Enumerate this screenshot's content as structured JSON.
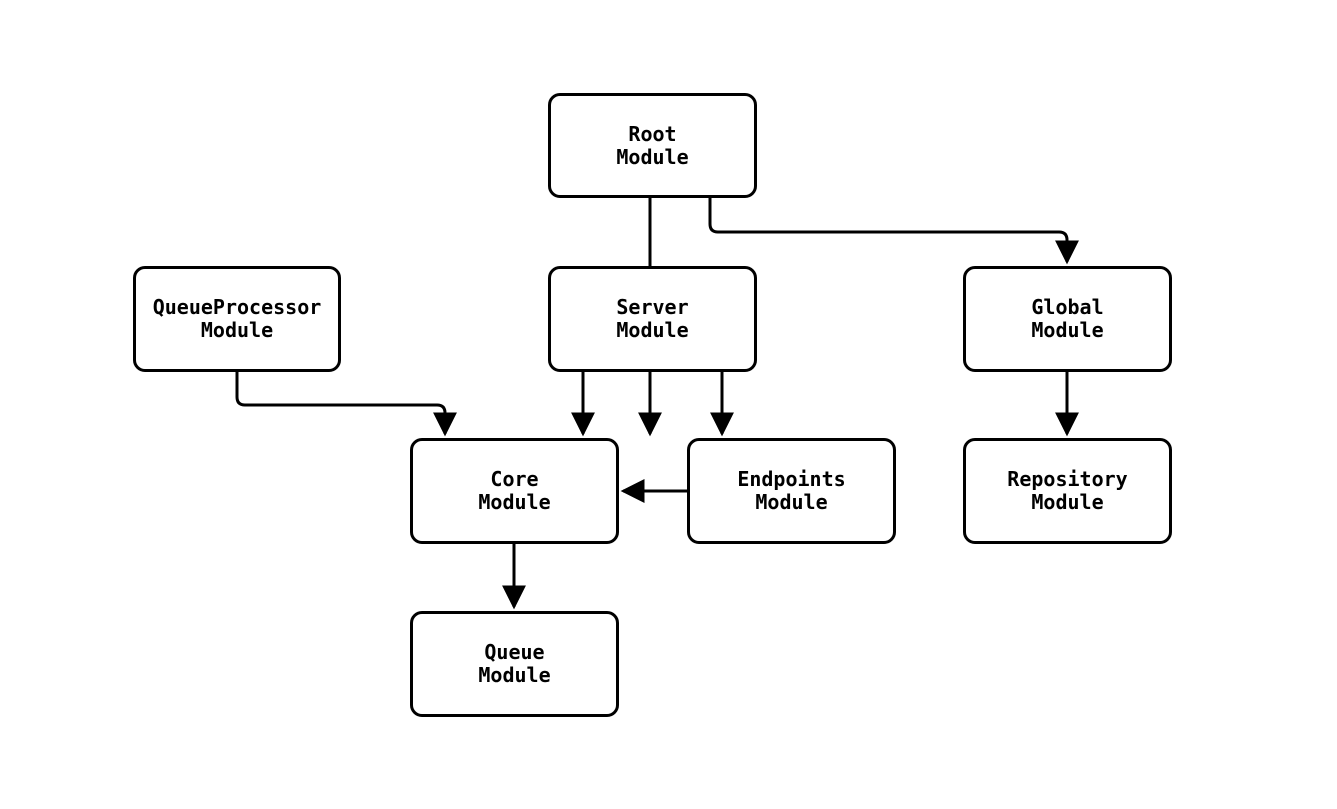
{
  "diagram": {
    "type": "module-dependency-graph",
    "colors": {
      "stroke": "#000000",
      "node_fill": "#ffffff",
      "background": "#ffffff",
      "text": "#000000"
    },
    "nodes": [
      {
        "id": "root",
        "label": "Root\nModule"
      },
      {
        "id": "queueprocessor",
        "label": "QueueProcessor\nModule"
      },
      {
        "id": "server",
        "label": "Server\nModule"
      },
      {
        "id": "global",
        "label": "Global\nModule"
      },
      {
        "id": "core",
        "label": "Core\nModule"
      },
      {
        "id": "endpoints",
        "label": "Endpoints\nModule"
      },
      {
        "id": "repository",
        "label": "Repository\nModule"
      },
      {
        "id": "queue",
        "label": "Queue\nModule"
      }
    ],
    "edges": [
      {
        "from": "root",
        "to": "server"
      },
      {
        "from": "root",
        "to": "global"
      },
      {
        "from": "queueprocessor",
        "to": "core"
      },
      {
        "from": "server",
        "to": "core"
      },
      {
        "from": "server",
        "to": "endpoints"
      },
      {
        "from": "endpoints",
        "to": "core"
      },
      {
        "from": "global",
        "to": "repository"
      },
      {
        "from": "core",
        "to": "queue"
      }
    ]
  }
}
